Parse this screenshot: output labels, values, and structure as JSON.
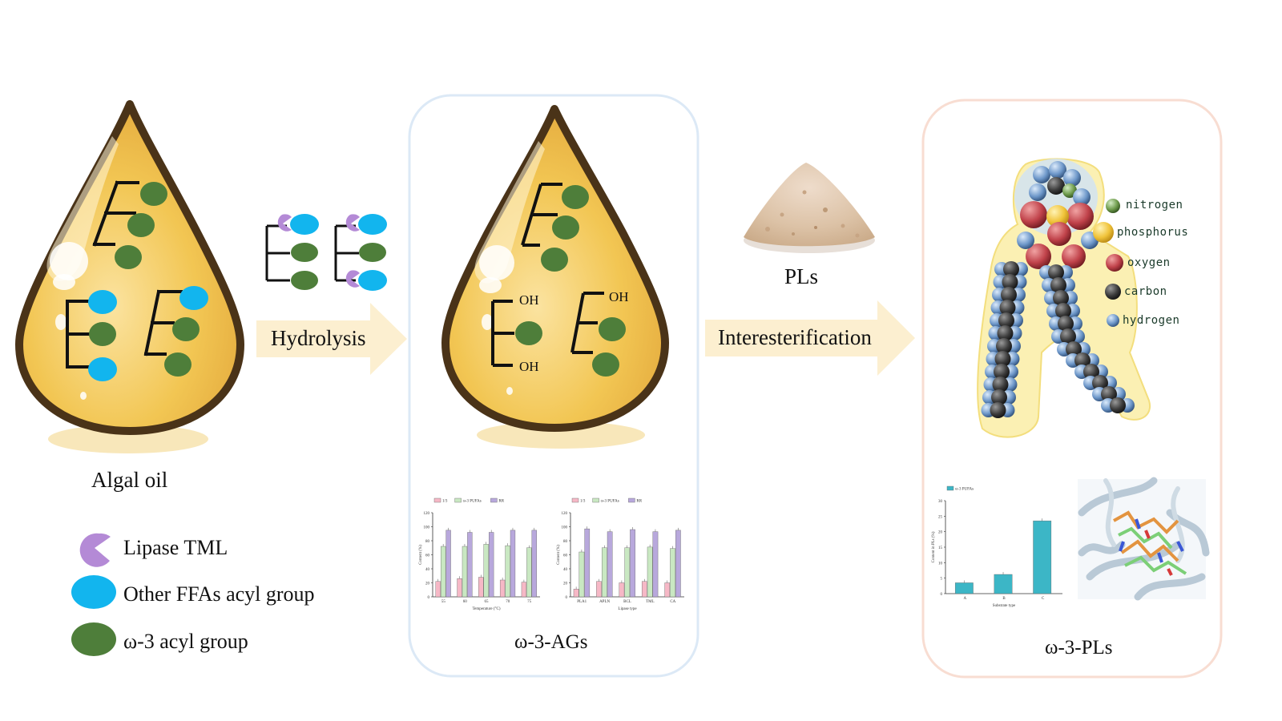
{
  "labels": {
    "algal_oil": "Algal oil",
    "hydrolysis": "Hydrolysis",
    "interesterification": "Interesterification",
    "pls": "PLs",
    "omega3_ags": "ω-3-AGs",
    "omega3_pls": "ω-3-PLs",
    "oh": "OH"
  },
  "legend": {
    "lipase": "Lipase TML",
    "other_ffa": "Other FFAs acyl group",
    "omega3": "ω-3 acyl group"
  },
  "atoms": {
    "nitrogen": "nitrogen",
    "phosphorus": "phosphorus",
    "oxygen": "oxygen",
    "carbon": "carbon",
    "hydrogen": "hydrogen"
  },
  "colors": {
    "lipase": "#b48ad6",
    "other_ffa": "#12b5ee",
    "omega3": "#4e7e3a",
    "oil": "#f2c653",
    "oil_outline": "#4a3318",
    "arrow": "#fcefd0",
    "box_blue": "#dce9f6",
    "box_pink": "#f8ddd2"
  },
  "chart_data": [
    {
      "type": "bar",
      "legend": [
        "1/3",
        "ω-3 PUFAs",
        "RR"
      ],
      "categories": [
        "55",
        "60",
        "65",
        "70",
        "75"
      ],
      "xlabel": "Temperature (°C)",
      "ylabel": "Content (%)",
      "ylim": [
        0,
        120
      ],
      "yticks": [
        "0",
        "20",
        "40",
        "60",
        "80",
        "100",
        "120"
      ],
      "series": [
        {
          "name": "1/3",
          "values": [
            22,
            26,
            28,
            24,
            21
          ],
          "color": "#f6b8c6"
        },
        {
          "name": "ω-3 PUFAs",
          "values": [
            72,
            72,
            75,
            73,
            70
          ],
          "color": "#c9e8c2"
        },
        {
          "name": "RR",
          "values": [
            95,
            92,
            92,
            95,
            95
          ],
          "color": "#b8a8dc"
        }
      ]
    },
    {
      "type": "bar",
      "legend": [
        "1/3",
        "ω-3 PUFAs",
        "RR"
      ],
      "categories": [
        "PLA1",
        "APLN",
        "BCL",
        "TML",
        "CA"
      ],
      "xlabel": "Lipase type",
      "ylabel": "Content (%)",
      "ylim": [
        0,
        120
      ],
      "yticks": [
        "0",
        "20",
        "40",
        "60",
        "80",
        "100",
        "120"
      ],
      "series": [
        {
          "name": "1/3",
          "values": [
            11,
            22,
            20,
            22,
            20
          ],
          "color": "#f6b8c6"
        },
        {
          "name": "ω-3 PUFAs",
          "values": [
            64,
            70,
            70,
            71,
            69
          ],
          "color": "#c9e8c2"
        },
        {
          "name": "RR",
          "values": [
            97,
            93,
            96,
            93,
            95
          ],
          "color": "#b8a8dc"
        }
      ]
    },
    {
      "type": "bar",
      "legend": [
        "ω-3 PUFAs"
      ],
      "categories": [
        "A",
        "B",
        "C"
      ],
      "xlabel": "Substrate type",
      "ylabel": "Content in PLs (%)",
      "ylim": [
        0,
        30
      ],
      "yticks": [
        "0",
        "5",
        "10",
        "15",
        "20",
        "25",
        "30"
      ],
      "series": [
        {
          "name": "ω-3 PUFAs",
          "values": [
            3.5,
            6.2,
            23.5
          ],
          "color": "#3cb6c6"
        }
      ]
    }
  ]
}
